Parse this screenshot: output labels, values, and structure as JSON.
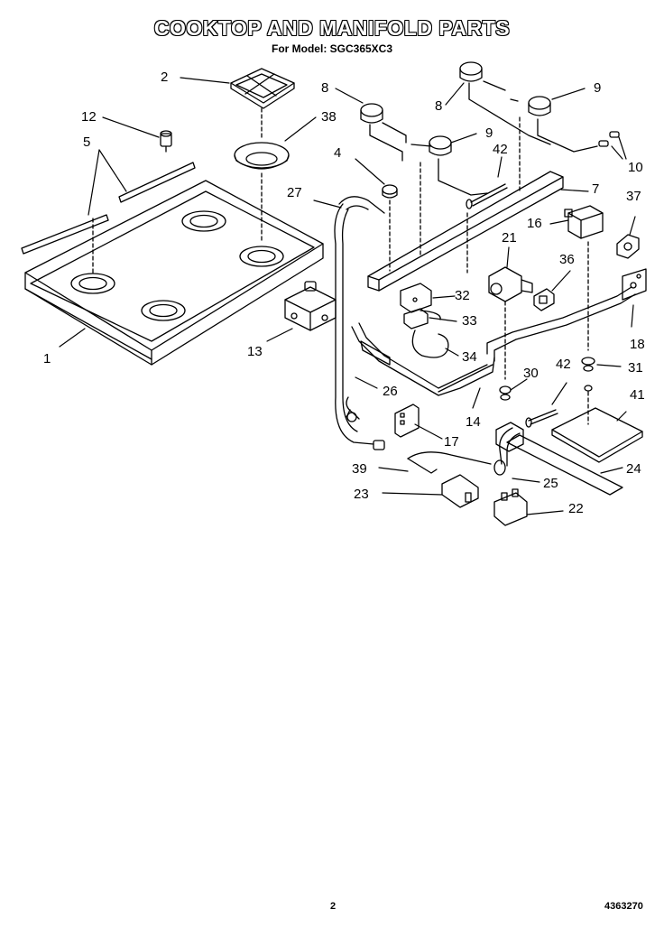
{
  "title": "COOKTOP AND MANIFOLD PARTS",
  "subtitle": "For Model: SGC365XC3",
  "callouts": [
    {
      "id": "c1",
      "label": "1"
    },
    {
      "id": "c2",
      "label": "2"
    },
    {
      "id": "c4",
      "label": "4"
    },
    {
      "id": "c5",
      "label": "5"
    },
    {
      "id": "c7",
      "label": "7"
    },
    {
      "id": "c8a",
      "label": "8"
    },
    {
      "id": "c8b",
      "label": "8"
    },
    {
      "id": "c9a",
      "label": "9"
    },
    {
      "id": "c9b",
      "label": "9"
    },
    {
      "id": "c10",
      "label": "10"
    },
    {
      "id": "c12",
      "label": "12"
    },
    {
      "id": "c13",
      "label": "13"
    },
    {
      "id": "c14",
      "label": "14"
    },
    {
      "id": "c16",
      "label": "16"
    },
    {
      "id": "c17",
      "label": "17"
    },
    {
      "id": "c18",
      "label": "18"
    },
    {
      "id": "c21",
      "label": "21"
    },
    {
      "id": "c22",
      "label": "22"
    },
    {
      "id": "c23",
      "label": "23"
    },
    {
      "id": "c24",
      "label": "24"
    },
    {
      "id": "c25",
      "label": "25"
    },
    {
      "id": "c26",
      "label": "26"
    },
    {
      "id": "c27",
      "label": "27"
    },
    {
      "id": "c30",
      "label": "30"
    },
    {
      "id": "c31",
      "label": "31"
    },
    {
      "id": "c32",
      "label": "32"
    },
    {
      "id": "c33",
      "label": "33"
    },
    {
      "id": "c34",
      "label": "34"
    },
    {
      "id": "c36",
      "label": "36"
    },
    {
      "id": "c37",
      "label": "37"
    },
    {
      "id": "c38",
      "label": "38"
    },
    {
      "id": "c39",
      "label": "39"
    },
    {
      "id": "c41",
      "label": "41"
    },
    {
      "id": "c42a",
      "label": "42"
    },
    {
      "id": "c42b",
      "label": "42"
    }
  ],
  "footer": {
    "page": "2",
    "doc_number": "4363270"
  }
}
